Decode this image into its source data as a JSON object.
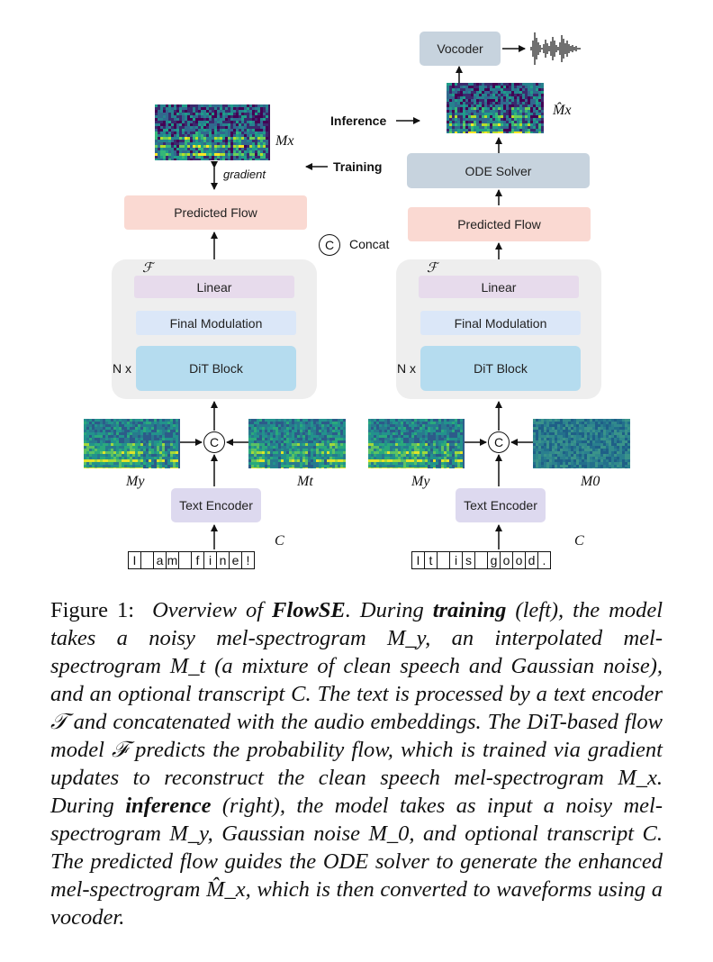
{
  "diagram": {
    "vocoder_label": "Vocoder",
    "inference_label": "Inference",
    "training_label": "Training",
    "gradient_label": "gradient",
    "concat_symbol": "C",
    "concat_label": "Concat",
    "ode_solver_label": "ODE Solver",
    "flow_symbol": "ℱ",
    "left": {
      "predicted_flow_label": "Predicted Flow",
      "linear_label": "Linear",
      "final_modulation_label": "Final Modulation",
      "dit_block_label": "DiT Block",
      "repeat_label": "N x",
      "text_encoder_label": "Text Encoder",
      "spec_top_label": "Mx",
      "spec_noisy_label": "My",
      "spec_interp_label": "Mt",
      "transcript_label": "C",
      "tokens": [
        "I",
        "",
        "a",
        "m",
        "",
        "f",
        "i",
        "n",
        "e",
        "!"
      ]
    },
    "right": {
      "predicted_flow_label": "Predicted Flow",
      "linear_label": "Linear",
      "final_modulation_label": "Final Modulation",
      "dit_block_label": "DiT Block",
      "repeat_label": "N x",
      "text_encoder_label": "Text Encoder",
      "spec_top_label": "M̂x",
      "spec_noisy_label": "My",
      "spec_noise_label": "M0",
      "transcript_label": "C",
      "tokens": [
        "I",
        "t",
        "",
        "i",
        "s",
        "",
        "g",
        "o",
        "o",
        "d",
        "."
      ]
    }
  },
  "caption": {
    "label": "Figure 1:",
    "parts": [
      {
        "text": "Overview of ",
        "style": "body"
      },
      {
        "text": "FlowSE",
        "style": "strong"
      },
      {
        "text": ". During ",
        "style": "body"
      },
      {
        "text": "training",
        "style": "strong"
      },
      {
        "text": " (left), the model takes a noisy mel-spectrogram M_y, an interpolated mel-spectrogram M_t (a mixture of clean speech and Gaussian noise), and an optional transcript C. The text is processed by a text encoder 𝒯 and concatenated with the audio embeddings. The DiT-based flow model ℱ predicts the probability flow, which is trained via gradient updates to reconstruct the clean speech mel-spectrogram M_x. During ",
        "style": "body"
      },
      {
        "text": "inference",
        "style": "strong"
      },
      {
        "text": " (right), the model takes as input a noisy mel-spectrogram M_y, Gaussian noise M_0, and optional transcript C. The predicted flow guides the ODE solver to generate the enhanced mel-spectrogram M̂_x, which is then converted to waveforms using a vocoder.",
        "style": "body"
      }
    ]
  }
}
